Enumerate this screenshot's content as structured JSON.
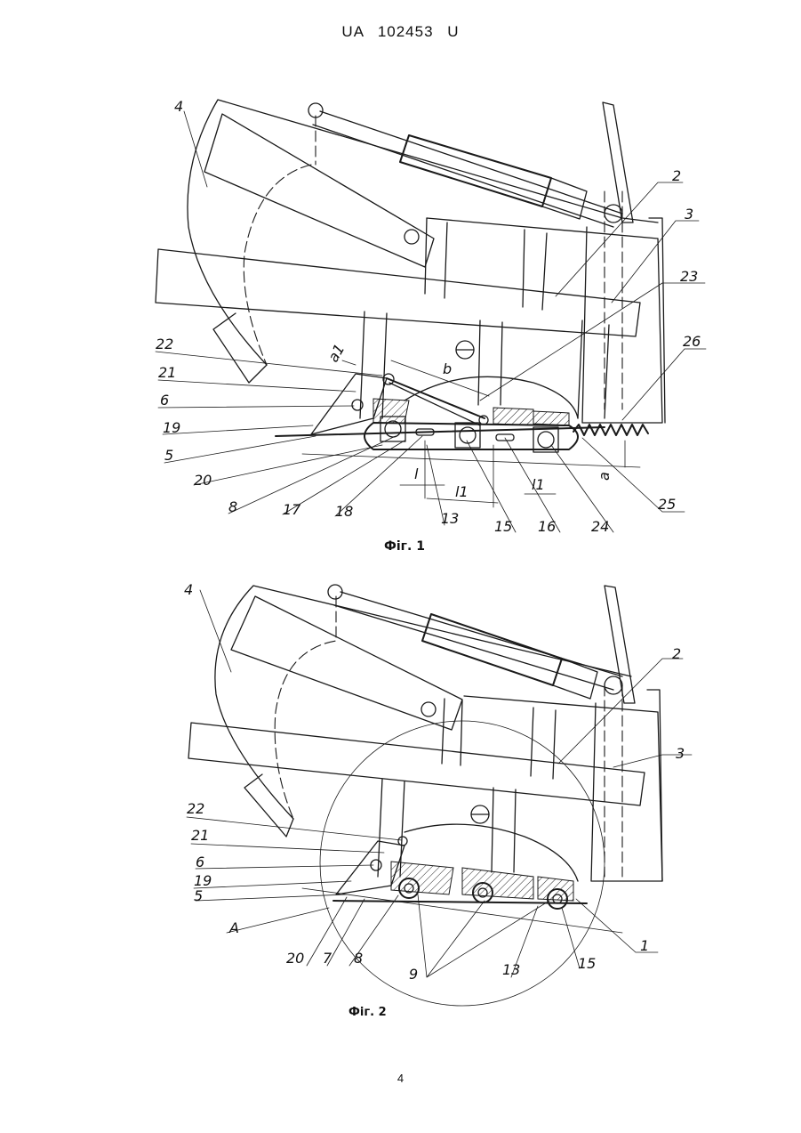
{
  "header": "UA 102453 U",
  "figures": [
    {
      "caption": "Фіг. 1",
      "labels": [
        "4",
        "2",
        "3",
        "23",
        "26",
        "22",
        "21",
        "6",
        "19",
        "5",
        "20",
        "8",
        "17",
        "18",
        "13",
        "15",
        "16",
        "24",
        "25"
      ],
      "dimensions": [
        "a1",
        "b",
        "l",
        "l1",
        "l1",
        "a"
      ]
    },
    {
      "caption": "Фіг. 2",
      "labels": [
        "4",
        "2",
        "3",
        "22",
        "21",
        "6",
        "19",
        "5",
        "A",
        "20",
        "7",
        "8",
        "9",
        "13",
        "15",
        "1"
      ]
    }
  ],
  "page_number": "4"
}
